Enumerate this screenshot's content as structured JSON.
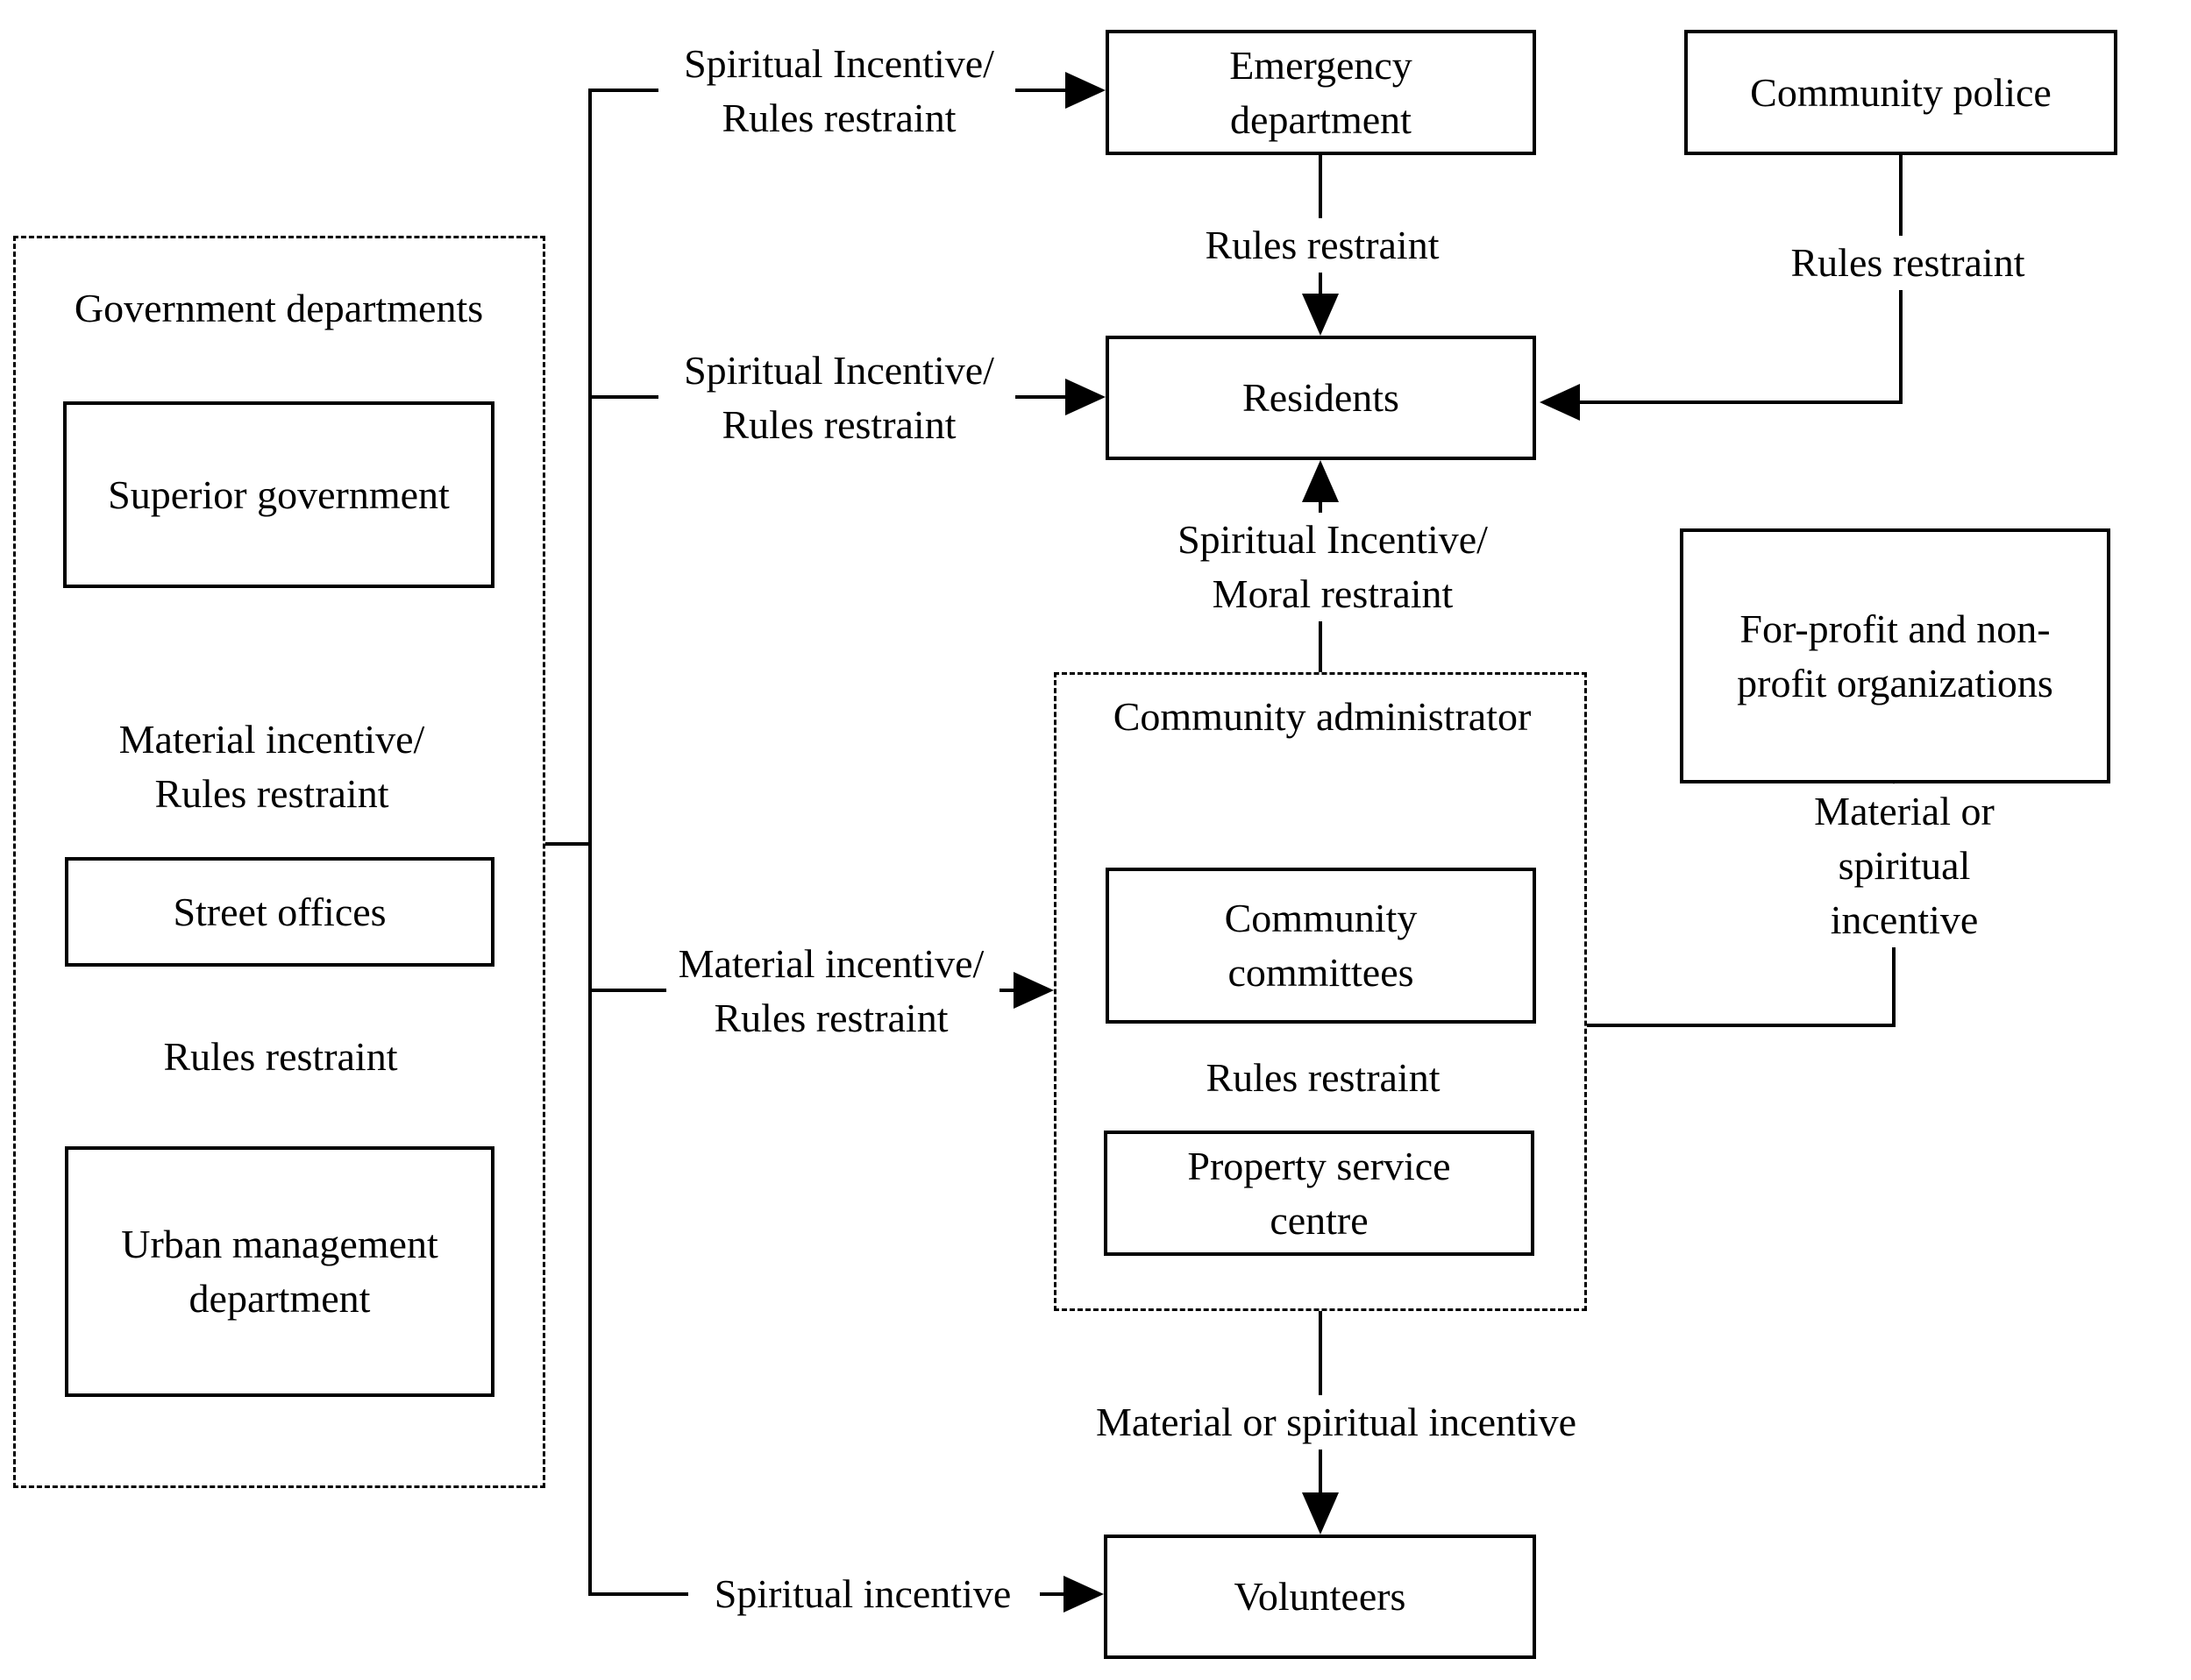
{
  "diagram": {
    "groups": {
      "government": {
        "label": "Government departments"
      },
      "community_admin": {
        "label": "Community administrator"
      }
    },
    "nodes": {
      "superior_government": "Superior government",
      "street_offices": "Street offices",
      "urban_management": "Urban management\ndepartment",
      "emergency": "Emergency\ndepartment",
      "community_police": "Community police",
      "residents": "Residents",
      "for_profit": "For-profit and non-\nprofit organizations",
      "community_committees": "Community\ncommittees",
      "property_service": "Property service\ncentre",
      "volunteers": "Volunteers"
    },
    "edge_labels": {
      "gov_to_emergency": "Spiritual Incentive/\nRules restraint",
      "gov_to_residents": "Spiritual Incentive/\nRules restraint",
      "gov_to_admin": "Material incentive/\nRules restraint",
      "gov_to_volunteers": "Spiritual incentive",
      "superior_to_street": "Material incentive/\nRules restraint",
      "street_to_urban": "Rules restraint",
      "emergency_to_residents": "Rules restraint",
      "police_to_residents": "Rules restraint",
      "admin_to_residents": "Spiritual Incentive/\nMoral restraint",
      "committees_to_property": "Rules restraint",
      "committees_to_orgs": "Material or spiritual incentive",
      "admin_to_volunteers": "Material or spiritual incentive"
    }
  }
}
